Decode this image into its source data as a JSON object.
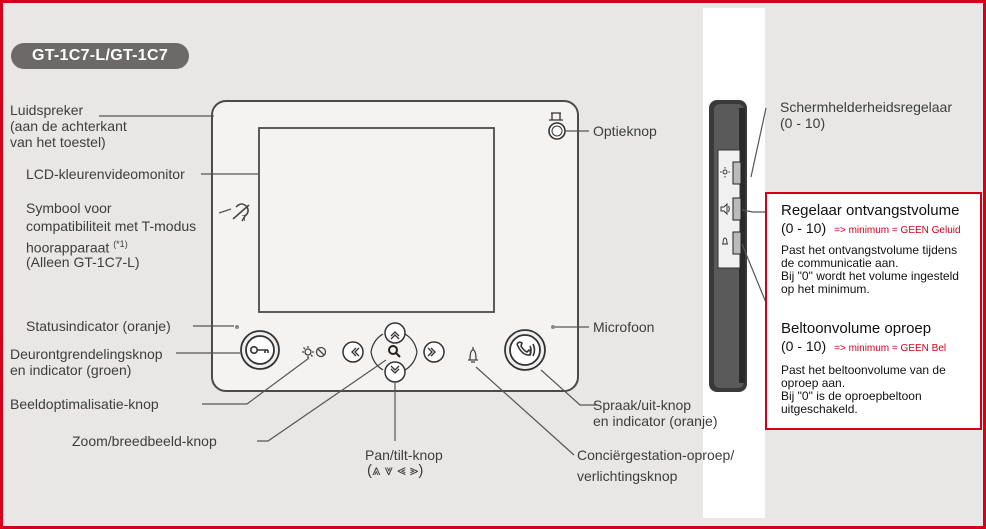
{
  "model_badge": "GT-1C7-L/GT-1C7",
  "labels": {
    "speaker": [
      "Luidspreker",
      "(aan de achterkant",
      "van het toestel)"
    ],
    "lcd": "LCD-kleurenvideomonitor",
    "tmode": [
      "Symbool voor",
      "compatibiliteit met T-modus",
      "hoorapparaat",
      "(*1)",
      "(Alleen GT-1C7-L)"
    ],
    "status": "Statusindicator (oranje)",
    "door": [
      "Deurontgrendelingsknop",
      "en indicator (groen)"
    ],
    "image_opt": "Beeldoptimalisatie-knop",
    "zoom": "Zoom/breedbeeld-knop",
    "pantilt": [
      "Pan/tilt-knop",
      "(⩓ ⩔ ⪡ ⪢)"
    ],
    "concierge": [
      "Conciërgestation-oproep/",
      "verlichtingsknop"
    ],
    "talk": [
      "Spraak/uit-knop",
      "en indicator (oranje)"
    ],
    "microphone": "Microfoon",
    "option": "Optieknop",
    "brightness": [
      "Schermhelderheidsregelaar",
      "(0 - 10)"
    ]
  },
  "callout": {
    "receive_title": "Regelaar ontvangstvolume",
    "receive_range": "(0 - 10)",
    "receive_note": "=> minimum = GEEN Geluid",
    "receive_desc": [
      "Past het ontvangstvolume tijdens",
      "de communicatie aan.",
      "Bij \"0\" wordt het volume ingesteld",
      "op het minimum."
    ],
    "ring_title": "Beltoonvolume oproep",
    "ring_range": "(0 - 10)",
    "ring_note": "=> minimum = GEEN Bel",
    "ring_desc": [
      "Past het beltoonvolume van de",
      "oproep aan.",
      "Bij \"0\" is de oproepbeltoon",
      "uitgeschakeld."
    ]
  },
  "colors": {
    "frame": "#d3001b",
    "background": "#e8e7e5",
    "badge": "#6b6a69"
  }
}
